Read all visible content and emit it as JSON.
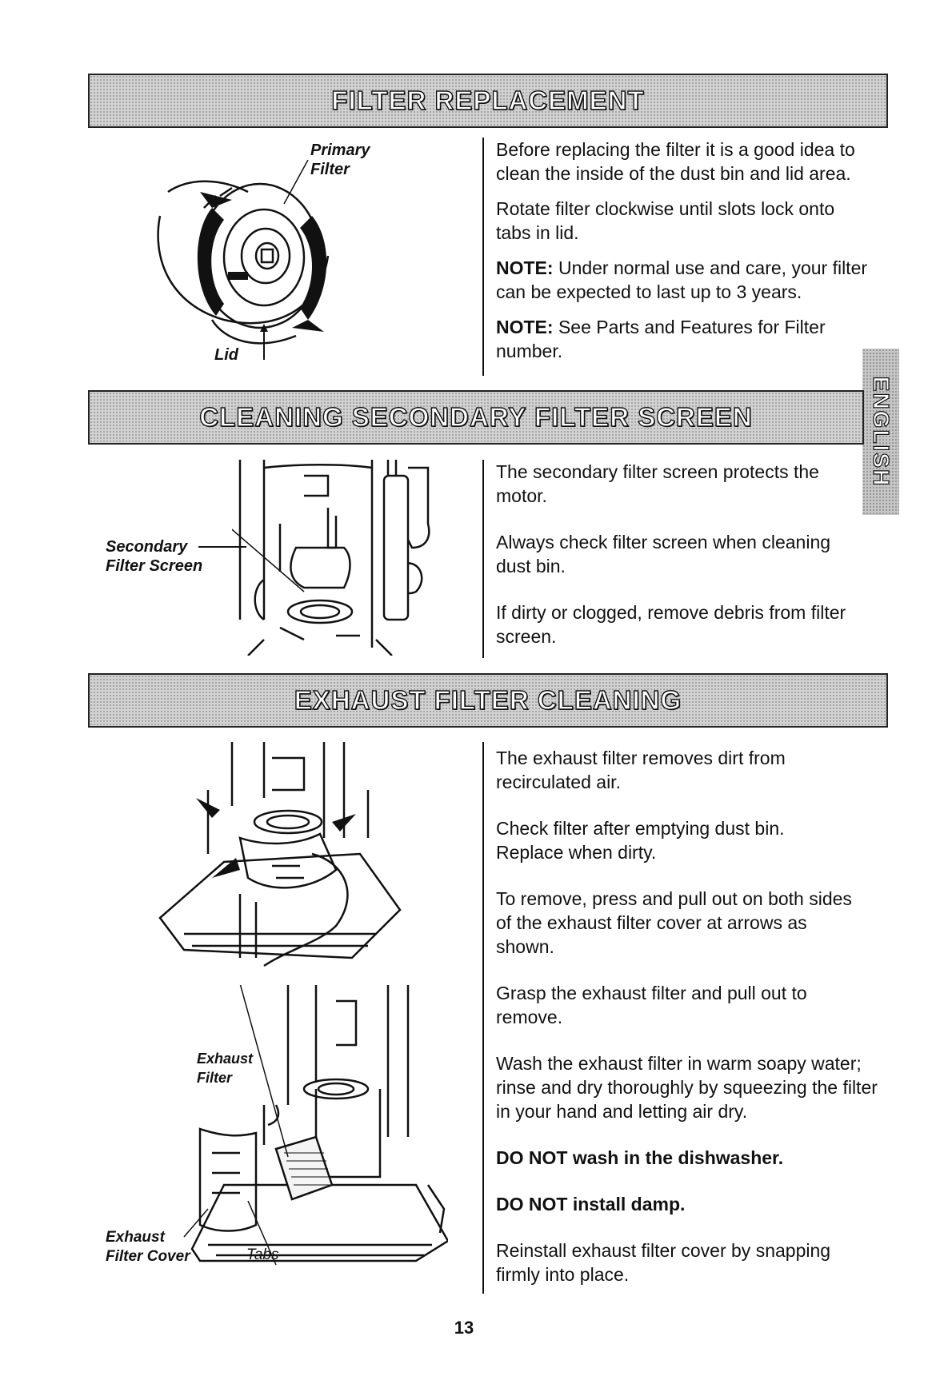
{
  "sections": {
    "filter_replacement": {
      "title": "FILTER REPLACEMENT",
      "paragraphs": [
        "Before replacing the filter it is a good idea to clean the inside of the dust bin and lid area.",
        "Rotate filter clockwise until slots lock onto tabs in lid."
      ],
      "note1_label": "NOTE:",
      "note1_text": " Under normal use and care, your filter can be expected to last up to 3 years.",
      "note2_label": "NOTE:",
      "note2_text": " See Parts and Features for Filter number.",
      "labels": {
        "primary": "Primary",
        "filter": "Filter",
        "lid": "Lid"
      }
    },
    "secondary_screen": {
      "title": "CLEANING SECONDARY FILTER SCREEN",
      "paragraphs": [
        "The secondary filter screen protects the motor.",
        "Always check filter screen when cleaning dust bin.",
        "If dirty or clogged, remove debris from filter screen."
      ],
      "labels": {
        "line1": "Secondary",
        "line2": "Filter Screen"
      }
    },
    "exhaust_filter": {
      "title": "EXHAUST FILTER CLEANING",
      "paragraphs": [
        "The exhaust filter removes dirt from recirculated air.",
        "Check filter after emptying dust bin. Replace when dirty.",
        "To remove, press and pull out on both sides of the exhaust filter cover at arrows as shown.",
        "Grasp the exhaust filter and pull out to remove.",
        "Wash the exhaust filter in warm soapy water; rinse and dry thoroughly by squeezing the filter in your hand and letting air dry."
      ],
      "warning1": "DO NOT wash in the dishwasher.",
      "warning2": "DO NOT install damp.",
      "closing": "Reinstall exhaust filter cover by snapping firmly into place.",
      "labels": {
        "exhaust": "Exhaust",
        "filter": "Filter",
        "cover_line1": "Exhaust",
        "cover_line2": "Filter Cover",
        "tabs": "Tabs"
      }
    }
  },
  "side_tab": "ENGLISH",
  "page_number": "13"
}
